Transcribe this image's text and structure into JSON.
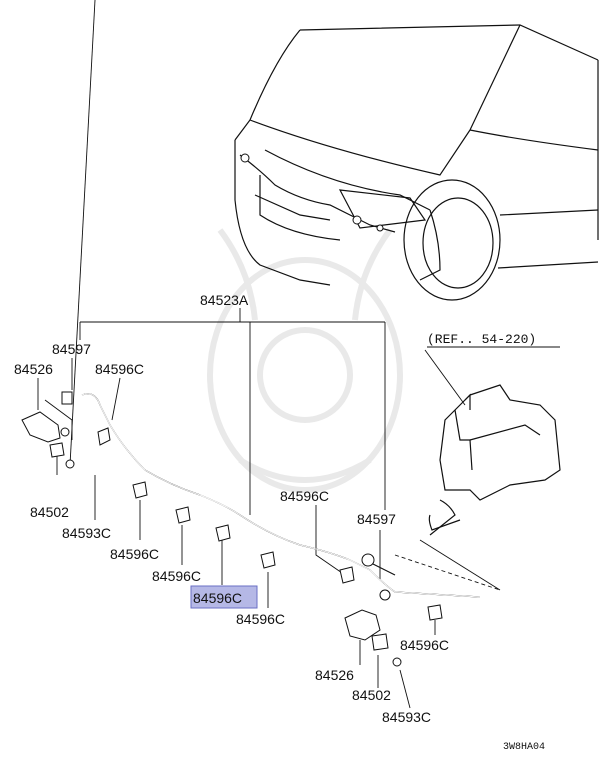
{
  "parts": {
    "main_hose": "84523A",
    "left_hose_clip": "84597",
    "left_nozzle": "84526",
    "left_upper_clip": "84596C",
    "left_bracket": "84502",
    "left_grommet": "84593C",
    "clip_a": "84596C",
    "clip_b": "84596C",
    "clip_highlighted": "84596C",
    "clip_c": "84596C",
    "right_upper_clip": "84596C",
    "right_hose_clip": "84597",
    "right_end_clip": "84596C",
    "right_nozzle": "84526",
    "right_bracket": "84502",
    "right_grommet": "84593C"
  },
  "reference": "(REF.. 54-220)",
  "diagram_code": "3W8HA04",
  "colors": {
    "highlight": "#b5b8e6",
    "line": "#111111"
  }
}
